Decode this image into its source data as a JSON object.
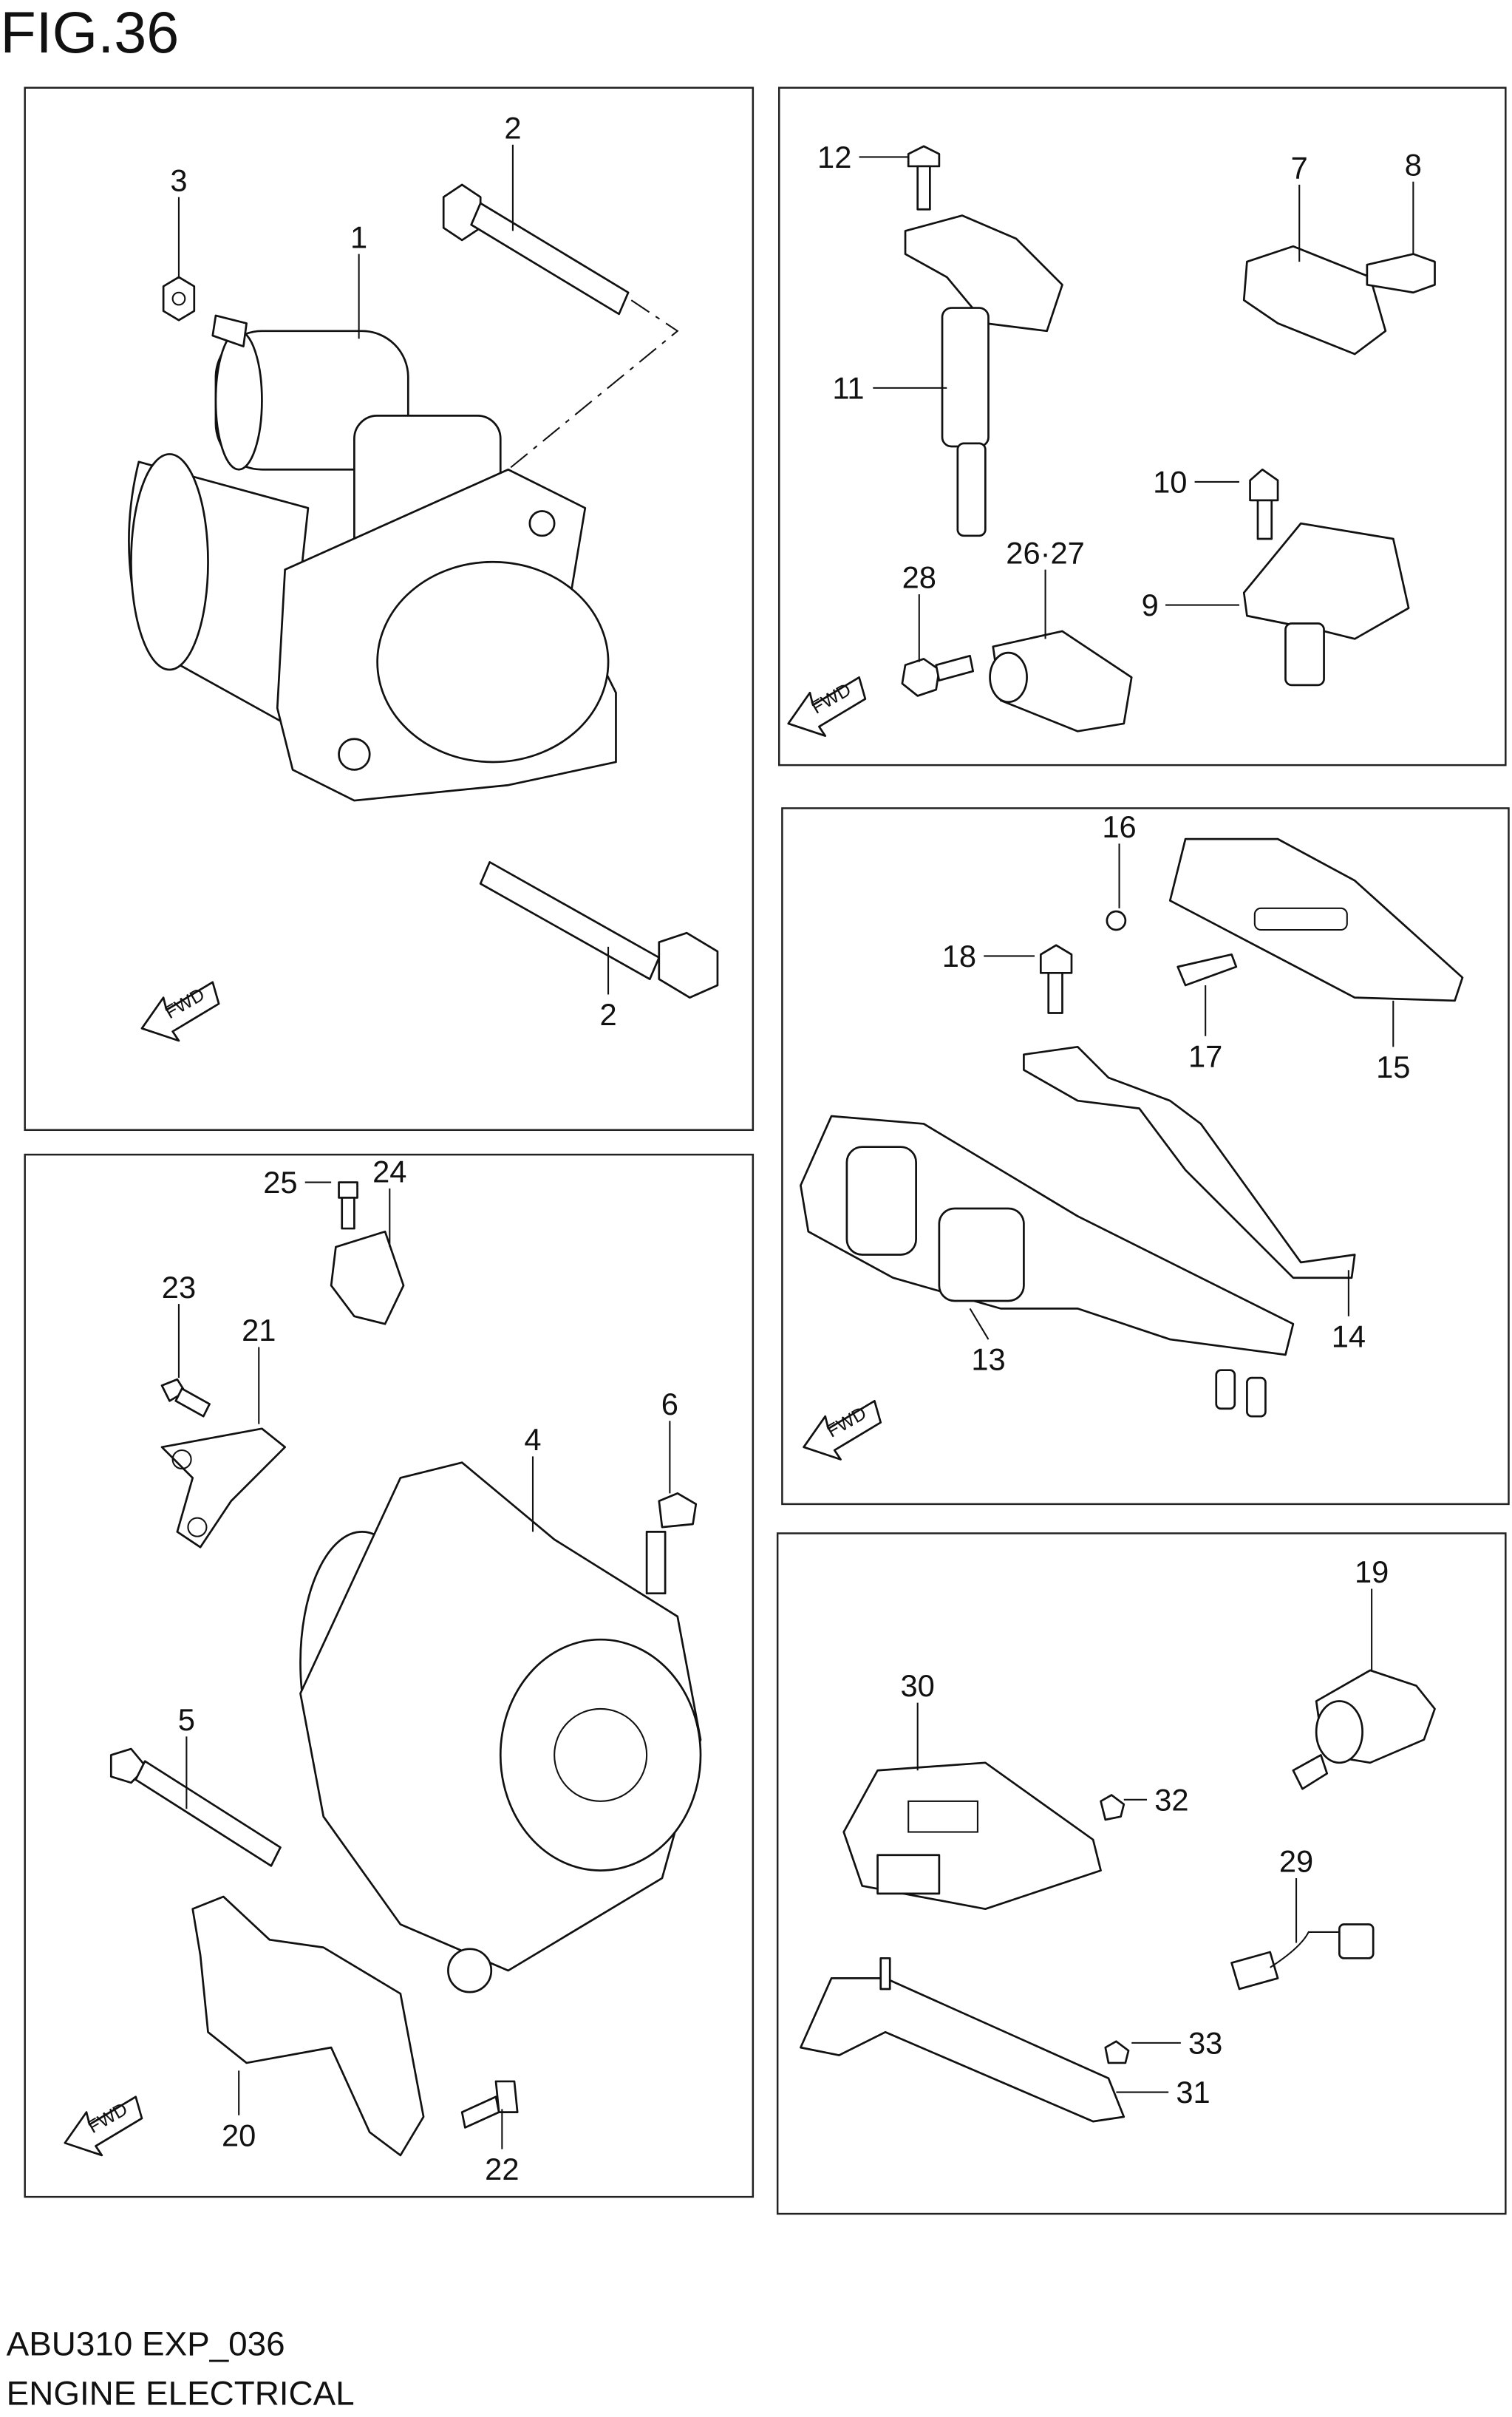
{
  "figure": {
    "title": "FIG.36"
  },
  "footer": {
    "code": "ABU310 EXP_036",
    "name": "ENGINE ELECTRICAL"
  },
  "fwd_label": "FWD",
  "callouts": [
    "2",
    "3",
    "1",
    "2",
    "12",
    "7",
    "8",
    "11",
    "10",
    "26·27",
    "28",
    "9",
    "16",
    "18",
    "17",
    "15",
    "13",
    "14",
    "25",
    "24",
    "23",
    "21",
    "6",
    "4",
    "5",
    "20",
    "22",
    "19",
    "30",
    "32",
    "29",
    "33",
    "31"
  ]
}
